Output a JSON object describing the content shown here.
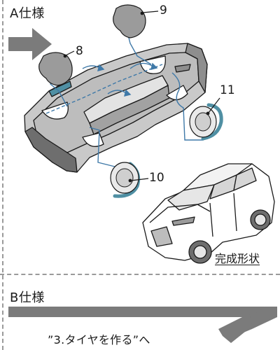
{
  "spec_a": {
    "title": "A仕様",
    "part_labels": {
      "p9": "9",
      "p8": "8",
      "p11": "11",
      "p10": "10"
    },
    "completed_label": "完成形状"
  },
  "spec_b": {
    "title": "B仕様",
    "goto_text": "”3.タイヤを作る”へ"
  },
  "colors": {
    "arrow_gray": "#7b7b7b",
    "shade_dark": "#6e6e6e",
    "shade_mid": "#9b9b9b",
    "shade_light": "#d6d6d6",
    "teal_accent": "#4f8fa3",
    "guide_blue": "#3f79a8"
  }
}
